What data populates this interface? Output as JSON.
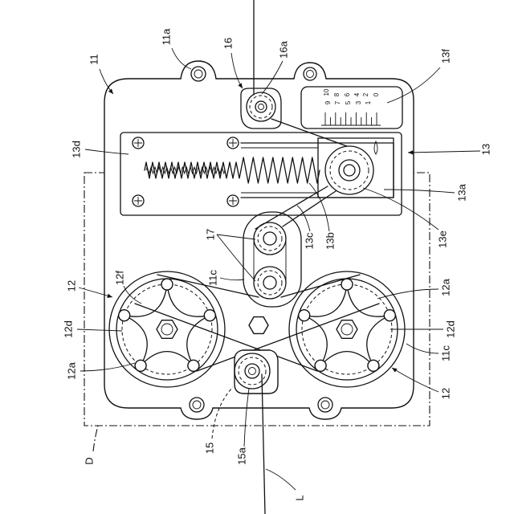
{
  "labels": {
    "housing": "11",
    "housing_lug": "11a",
    "upper_pulley_unit": "16",
    "upper_pulley": "16a",
    "scale": "13f",
    "slide_plate": "13d",
    "tension_unit": "13",
    "slider": "13a",
    "spring": "13b",
    "wire_segment": "13c",
    "tension_pulley": "13e",
    "idler_pulleys": "17",
    "slot_upper": "11c",
    "reel_flange": "12f",
    "reel_left": "12",
    "reel_right_handle": "12a",
    "reel_left_hub": "12d",
    "reel_right_hub": "12d",
    "slot_lower": "11c",
    "reel_left_handle": "12a",
    "reel_right": "12",
    "lower_pulley_unit": "15",
    "lower_pulley": "15a",
    "region": "D",
    "line": "L"
  },
  "scale_numbers": [
    "10",
    "9",
    "8",
    "7",
    "6",
    "5",
    "4",
    "3",
    "2",
    "1",
    "0"
  ]
}
